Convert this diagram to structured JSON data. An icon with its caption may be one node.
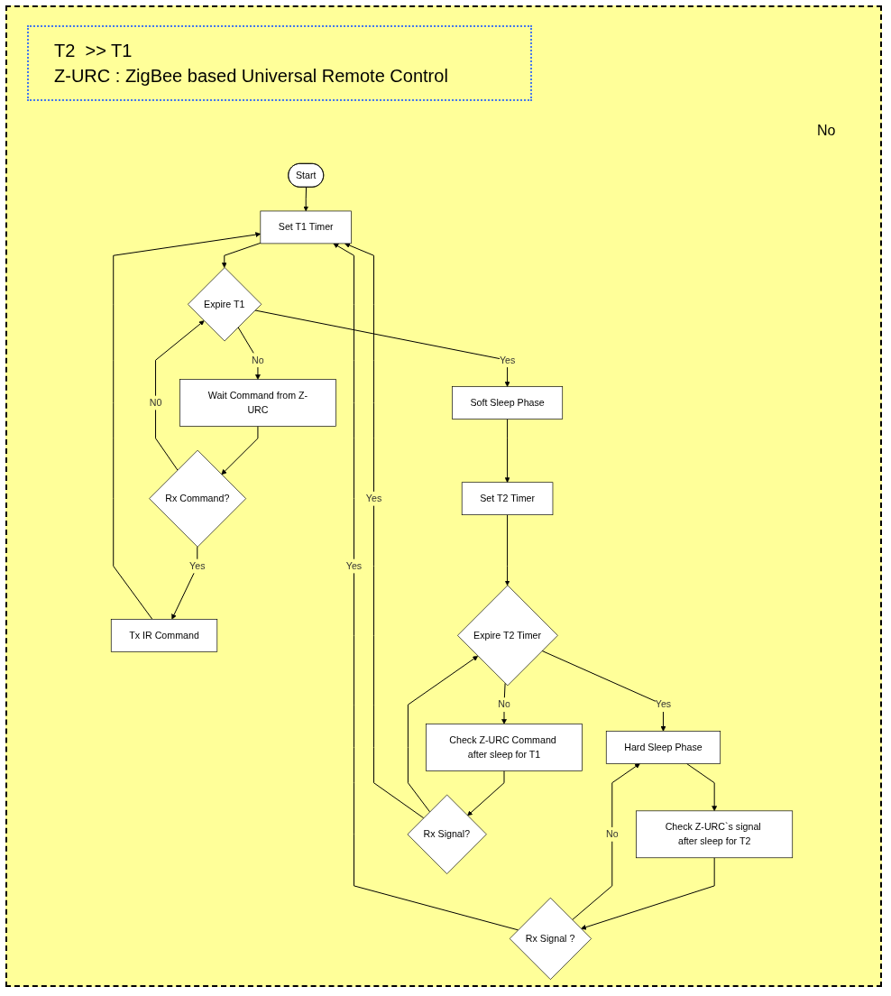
{
  "diagram": {
    "nodes": [
      {
        "text": [
          "Start"
        ]
      },
      {
        "text": [
          "Set T1 Timer"
        ]
      },
      {
        "text": [
          "Expire T1"
        ]
      },
      {
        "text": [
          "Wait Command from Z-URC"
        ]
      },
      {
        "text": [
          "Rx Command?"
        ]
      },
      {
        "text": [
          "Tx IR Command"
        ]
      },
      {
        "text": [
          "Soft Sleep Phase"
        ]
      },
      {
        "text": [
          "Set T2 Timer"
        ]
      },
      {
        "text": [
          "Expire T2 Timer"
        ]
      },
      {
        "text": [
          "Hard Sleep Phase"
        ]
      },
      {
        "text": [
          "Check Z-URC`s signal after sleep for T2"
        ]
      },
      {
        "text": [
          "Rx Signal ?"
        ]
      },
      {
        "text": [
          "Check Z-URC Command after sleep for T1"
        ]
      },
      {
        "text": [
          "Rx Signal?"
        ]
      }
    ],
    "edges": [
      {
        "from": 0,
        "to": 1,
        "arrow": "to"
      },
      {
        "from": 1,
        "to": 2,
        "arrow": "to"
      },
      {
        "from": 2,
        "to": 6,
        "arrow": "to",
        "label": "Yes"
      },
      {
        "from": 2,
        "to": 3,
        "arrow": "to",
        "label": "No"
      },
      {
        "from": 3,
        "to": 4,
        "arrow": "to"
      },
      {
        "from": 4,
        "to": 2,
        "arrow": "to",
        "label": "N0"
      },
      {
        "from": 4,
        "to": 5,
        "arrow": "to",
        "label": "Yes"
      },
      {
        "from": 5,
        "to": 1,
        "arrow": "to"
      },
      {
        "from": 6,
        "to": 7,
        "arrow": "to"
      },
      {
        "from": 7,
        "to": 8,
        "arrow": "to"
      },
      {
        "from": 8,
        "to": 9,
        "arrow": "to",
        "label": "Yes"
      },
      {
        "from": 8,
        "to": 12,
        "arrow": "to",
        "label": "No"
      },
      {
        "from": 9,
        "to": 10,
        "arrow": "to"
      },
      {
        "from": 10,
        "to": 11,
        "arrow": "to"
      },
      {
        "from": 11,
        "to": 9,
        "arrow": "to",
        "label": "No"
      },
      {
        "from": 12,
        "to": 13,
        "arrow": "to"
      },
      {
        "from": 13,
        "to": 8,
        "arrow": "to"
      },
      {
        "from": 11,
        "to": 1,
        "arrow": "to",
        "label": "Yes"
      },
      {
        "from": 13,
        "to": 1,
        "arrow": "to",
        "label": "Yes"
      }
    ],
    "labels": [
      "T2  >> T1",
      "Z-URC : ZigBee based Universal Remote Control",
      "No"
    ]
  }
}
